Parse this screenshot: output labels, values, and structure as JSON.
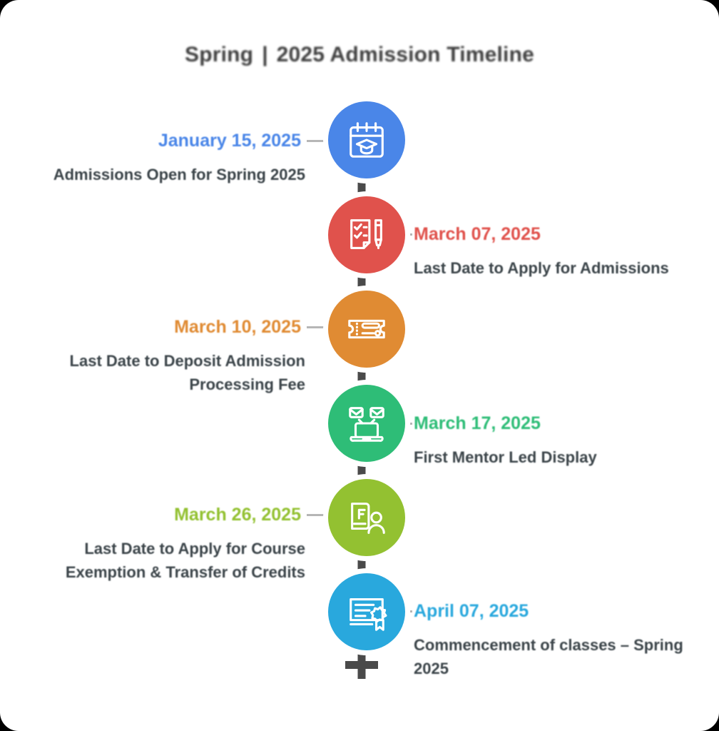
{
  "title": {
    "prefix": "Spring",
    "separator": "|",
    "main": "2025 Admission Timeline"
  },
  "colors": {
    "blue": "#4a86e8",
    "red": "#e0524c",
    "orange": "#e08b33",
    "green": "#2ebd77",
    "lime": "#93c131",
    "cyan": "#29a8dd",
    "spine": "#4a4a4a",
    "description": "#3b4449"
  },
  "timeline": {
    "items": [
      {
        "date": "January 15, 2025",
        "description": "Admissions Open for Spring 2025",
        "color": "#4a86e8",
        "side": "left",
        "icon": "calendar-graduation-icon"
      },
      {
        "date": "March 07, 2025",
        "description": "Last Date to Apply for Admissions",
        "color": "#e0524c",
        "side": "right",
        "icon": "checklist-pen-icon"
      },
      {
        "date": "March  10, 2025",
        "description": "Last Date to Deposit Admission Processing  Fee",
        "color": "#e08b33",
        "side": "left",
        "icon": "ticket-voucher-icon"
      },
      {
        "date": "March 17, 2025",
        "description": "First Mentor Led Display",
        "color": "#2ebd77",
        "side": "right",
        "icon": "laptop-mail-icon"
      },
      {
        "date": "March 26, 2025",
        "description": "Last Date to Apply for Course Exemption & Transfer of Credits",
        "color": "#93c131",
        "side": "left",
        "icon": "document-person-icon"
      },
      {
        "date": "April 07, 2025",
        "description": "Commencement of classes – Spring 2025",
        "color": "#29a8dd",
        "side": "right",
        "icon": "certificate-seal-icon"
      }
    ]
  }
}
